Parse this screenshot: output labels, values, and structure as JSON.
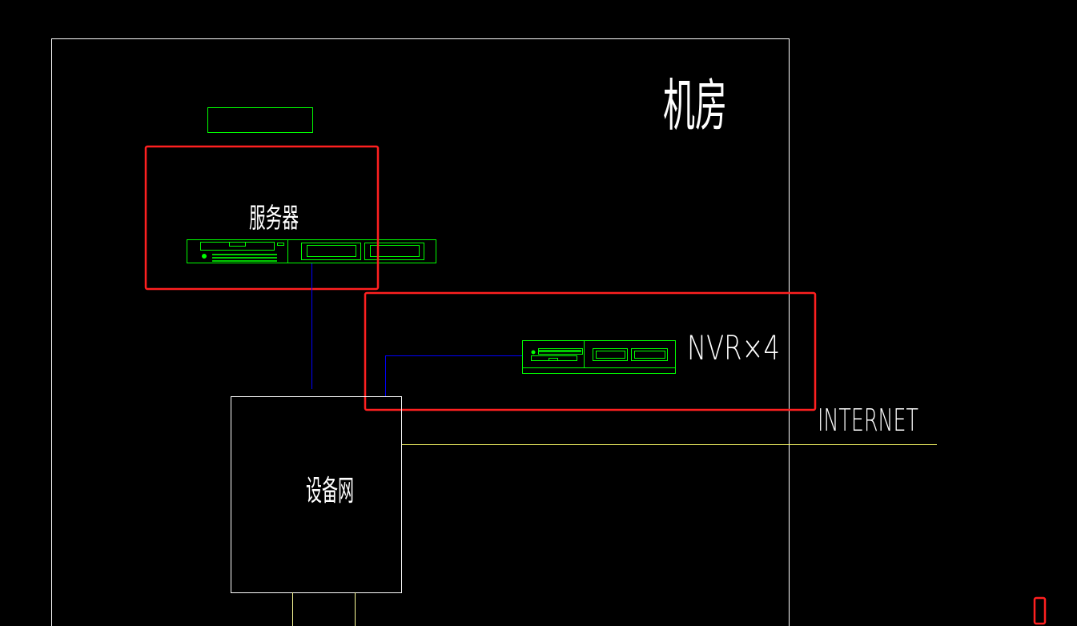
{
  "labels": {
    "room": "机房",
    "server": "服务器",
    "nvr": "NVR×4",
    "internet": "INTERNET",
    "device_network": "设备网"
  },
  "colors": {
    "background": "#000000",
    "outline": "#ffffff",
    "equipment": "#00ff00",
    "link": "#0000ff",
    "internet_line": "#ffff66",
    "highlight": "#ff2020"
  }
}
